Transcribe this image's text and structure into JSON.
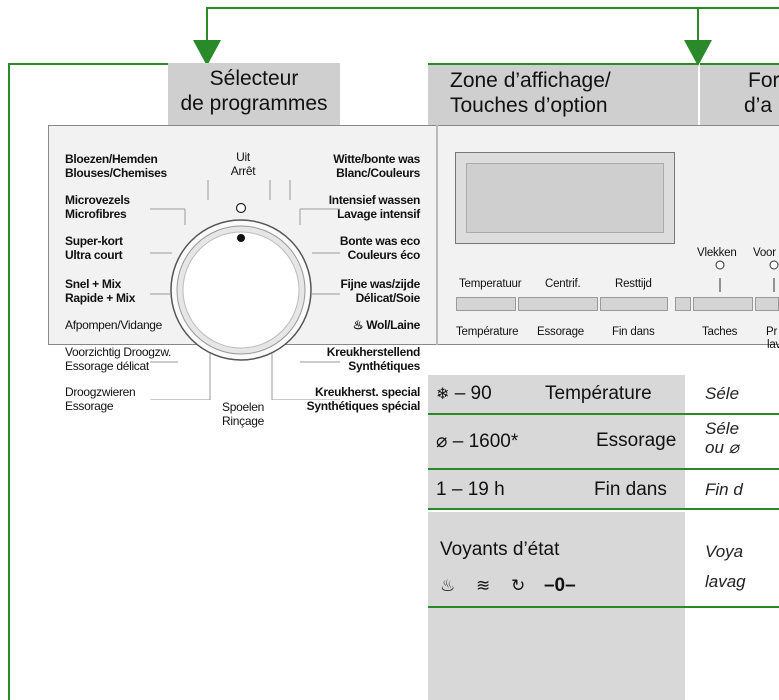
{
  "headers": {
    "selector": [
      "Sélecteur",
      "de programmes"
    ],
    "display": [
      "Zone d’affichage/",
      "Touches d’option"
    ],
    "function": [
      "For",
      "d’a"
    ]
  },
  "programs_left": [
    {
      "nl": "Bloezen/Hemden",
      "fr": "Blouses/Chemises",
      "bold": true
    },
    {
      "nl": "Microvezels",
      "fr": "Microfibres",
      "bold": true
    },
    {
      "nl": "Super-kort",
      "fr": "Ultra court",
      "bold": true
    },
    {
      "nl": "Snel + Mix",
      "fr": "Rapide + Mix",
      "bold": true
    },
    {
      "nl": "Afpompen/Vidange",
      "fr": "",
      "bold": false
    },
    {
      "nl": "Voorzichtig Droogzw.",
      "fr": "Essorage délicat",
      "bold": false
    },
    {
      "nl": "Droogzwieren",
      "fr": "Essorage",
      "bold": false
    }
  ],
  "programs_right": [
    {
      "nl": "Witte/bonte was",
      "fr": "Blanc/Couleurs"
    },
    {
      "nl": "Intensief wassen",
      "fr": "Lavage intensif"
    },
    {
      "nl": "Bonte was eco",
      "fr": "Couleurs éco"
    },
    {
      "nl": "Fijne was/zijde",
      "fr": "Délicat/Soie"
    },
    {
      "nl": "Wol/Laine",
      "fr": ""
    },
    {
      "nl": "Kreukherstellend",
      "fr": "Synthétiques"
    },
    {
      "nl": "Kreukherst. special",
      "fr": "Synthétiques spécial"
    }
  ],
  "dial_top": [
    "Uit",
    "Arrêt"
  ],
  "dial_bottom": [
    "Spoelen",
    "Rinçage"
  ],
  "keys_top": [
    "Temperatuur",
    "Centrif.",
    "Resttijd",
    "Vlekken",
    "Voor"
  ],
  "keys_bottom": [
    "Température",
    "Essorage",
    "Fin dans",
    "Taches",
    "Pr",
    "lava"
  ],
  "table": [
    {
      "range": "– 90",
      "label": "Température",
      "desc": "Séle"
    },
    {
      "range": "– 1600*",
      "label": "Essorage",
      "desc": "Séle",
      "desc2": "ou"
    },
    {
      "range": "1 – 19 h",
      "label": "Fin dans",
      "desc": "Fin d"
    }
  ],
  "status": {
    "title": "Voyants d’état",
    "symbols": "–0–",
    "desc": "Voya",
    "desc2": "lavag"
  },
  "icons": [
    "snowflake-icon",
    "no-spin-icon",
    "wash-tub-icon",
    "rinse-icon",
    "spin-icon",
    "wool-icon"
  ]
}
